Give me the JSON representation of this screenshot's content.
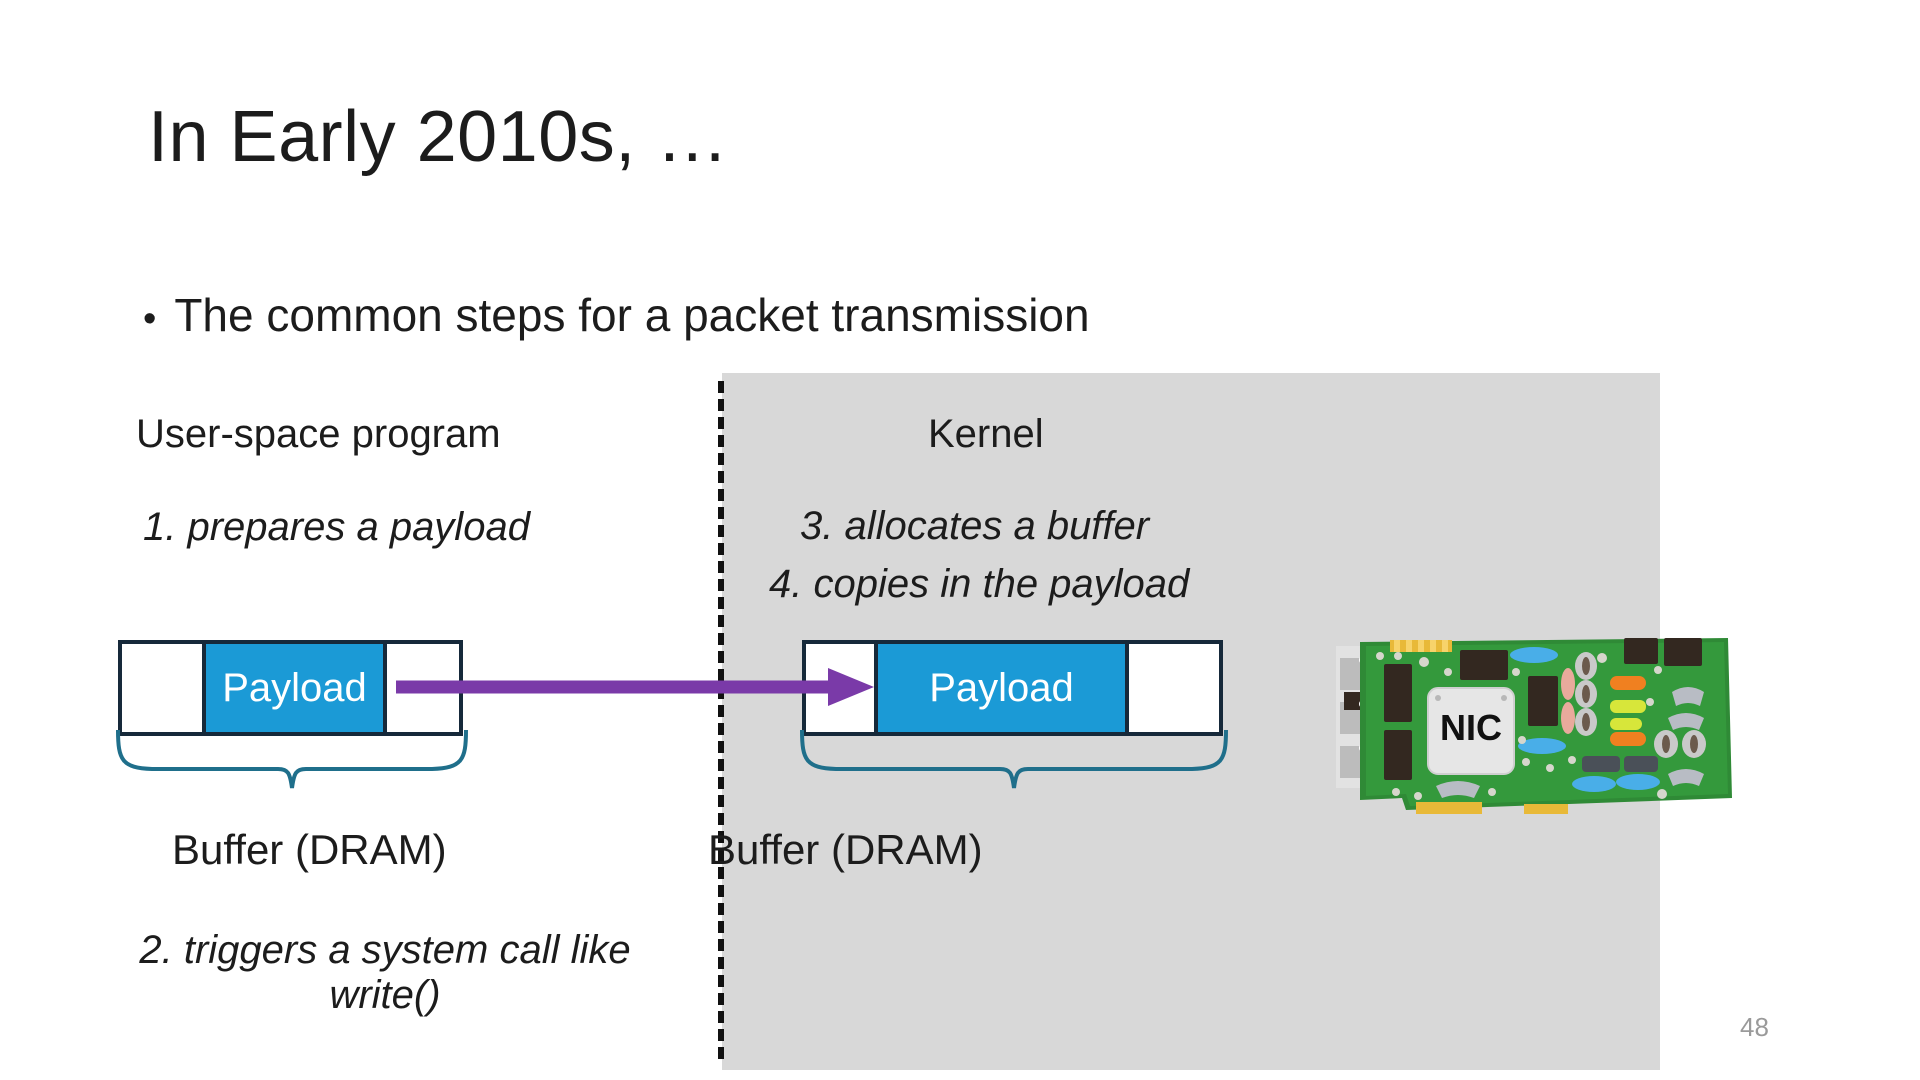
{
  "slide": {
    "title": "In Early 2010s, …",
    "page_number": "48",
    "bullet": {
      "marker": "•",
      "text": "The common steps for a packet transmission"
    }
  },
  "diagram": {
    "user_column": {
      "heading": "User-space program",
      "step_first": "1. prepares a payload",
      "step_second": "2. triggers a system call\nlike write()",
      "buffer_caption": "Buffer (DRAM)",
      "payload_label": "Payload"
    },
    "kernel_column": {
      "heading": "Kernel",
      "step_third": "3. allocates a buffer",
      "step_fourth": "4. copies in the payload",
      "buffer_caption": "Buffer (DRAM)",
      "payload_label": "Payload"
    },
    "nic": {
      "label": "NIC"
    },
    "arrow": {
      "name": "copy-arrow"
    }
  },
  "colors": {
    "payload_fill": "#1b9ad6",
    "buffer_border": "#16293a",
    "kernel_panel": "#d8d8d8",
    "arrow": "#7a3aa8",
    "brace": "#1f6f8b",
    "pcb_green": "#2f8a36",
    "page_number": "#9a9a9a"
  }
}
